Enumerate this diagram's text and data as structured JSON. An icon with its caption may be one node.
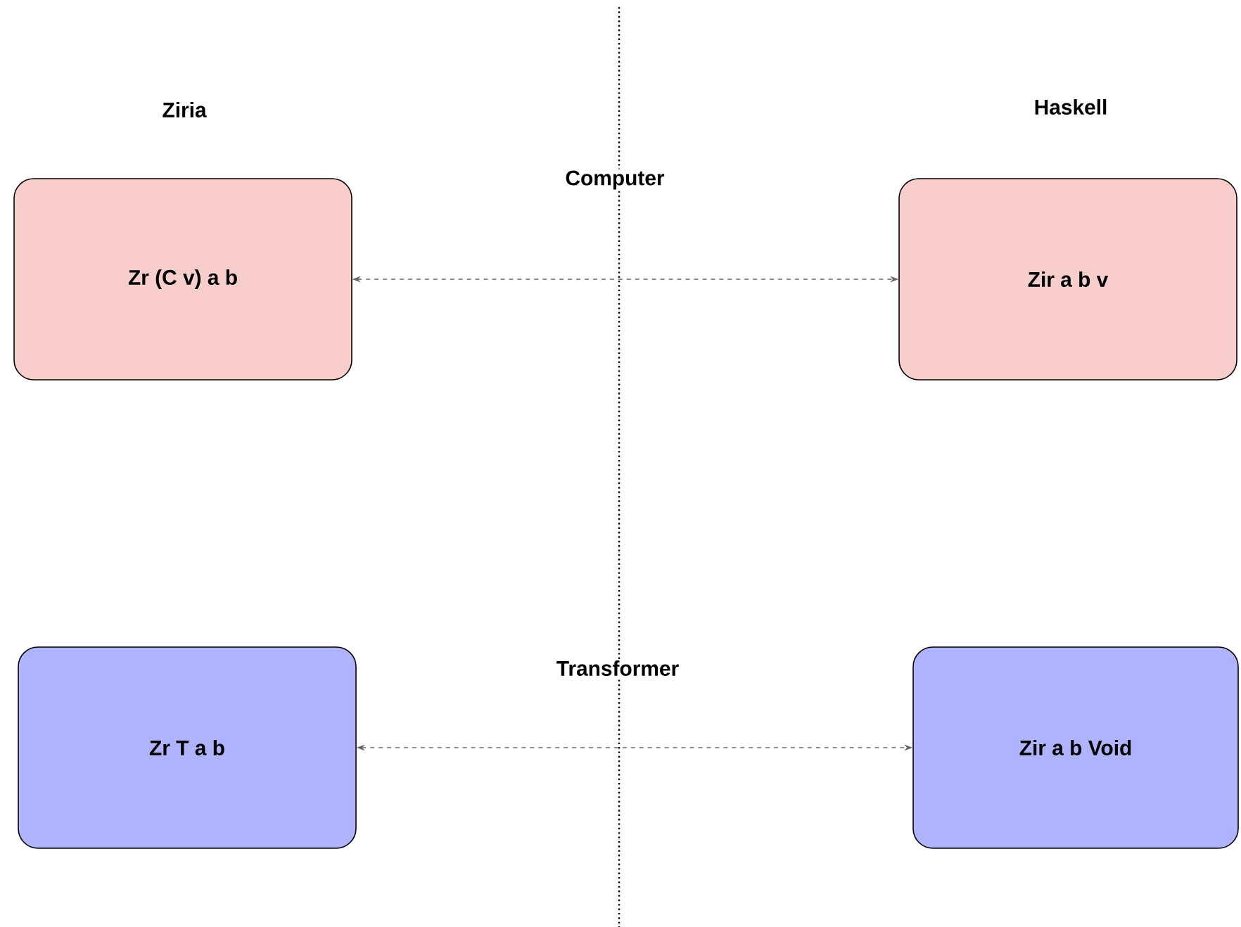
{
  "diagram": {
    "nodes": [
      {
        "text": [
          "Zr (C v) a b"
        ]
      },
      {
        "text": [
          "Zir a b v"
        ]
      },
      {
        "text": [
          "Zr T a b"
        ]
      },
      {
        "text": [
          "Zir a b Void"
        ]
      }
    ],
    "edges": [
      {
        "from": 0,
        "to": 1,
        "arrow": "both",
        "style": "dashed"
      },
      {
        "from": 2,
        "to": 3,
        "arrow": "both",
        "style": "dashed"
      }
    ],
    "labels": [
      "Ziria",
      "Haskell",
      "Computer",
      "Transformer"
    ]
  }
}
